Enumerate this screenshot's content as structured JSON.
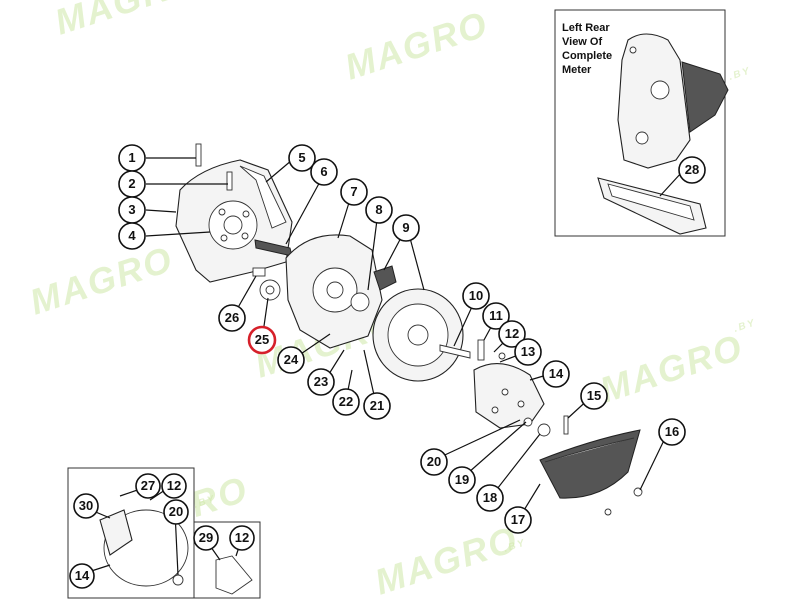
{
  "watermark": {
    "text": "MAGRO",
    "suffix": ".BY"
  },
  "inset_rear": {
    "line1": "Left Rear",
    "line2": "View Of",
    "line3": "Complete",
    "line4": "Meter"
  },
  "callouts": {
    "c1": "1",
    "c2": "2",
    "c3": "3",
    "c4": "4",
    "c5": "5",
    "c6": "6",
    "c7": "7",
    "c8": "8",
    "c9": "9",
    "c10": "10",
    "c11": "11",
    "c12": "12",
    "c13": "13",
    "c14": "14",
    "c15": "15",
    "c16": "16",
    "c17": "17",
    "c18": "18",
    "c19": "19",
    "c20": "20",
    "c21": "21",
    "c22": "22",
    "c23": "23",
    "c24": "24",
    "c25": "25",
    "c26": "26",
    "c28": "28",
    "i1_27": "27",
    "i1_12": "12",
    "i1_30": "30",
    "i1_20": "20",
    "i1_14": "14",
    "i2_29": "29",
    "i2_12": "12"
  },
  "colors": {
    "highlight": "#d6202a",
    "watermark": "#cfe8a8",
    "line": "#111111"
  }
}
